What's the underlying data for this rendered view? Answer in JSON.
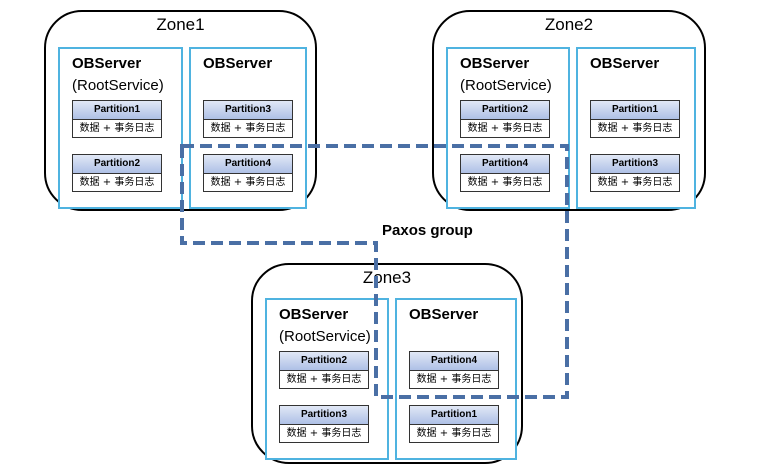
{
  "zones": [
    {
      "name": "Zone1",
      "servers": [
        {
          "title": "OBServer",
          "subtitle": "(RootService)",
          "partitions": [
            {
              "name": "Partition1",
              "content": "数据 + 事务日志"
            },
            {
              "name": "Partition2",
              "content": "数据 + 事务日志"
            }
          ]
        },
        {
          "title": "OBServer",
          "subtitle": "",
          "partitions": [
            {
              "name": "Partition3",
              "content": "数据 + 事务日志"
            },
            {
              "name": "Partition4",
              "content": "数据 + 事务日志"
            }
          ]
        }
      ]
    },
    {
      "name": "Zone2",
      "servers": [
        {
          "title": "OBServer",
          "subtitle": "(RootService)",
          "partitions": [
            {
              "name": "Partition2",
              "content": "数据 + 事务日志"
            },
            {
              "name": "Partition4",
              "content": "数据 + 事务日志"
            }
          ]
        },
        {
          "title": "OBServer",
          "subtitle": "",
          "partitions": [
            {
              "name": "Partition1",
              "content": "数据 + 事务日志"
            },
            {
              "name": "Partition3",
              "content": "数据 + 事务日志"
            }
          ]
        }
      ]
    },
    {
      "name": "Zone3",
      "servers": [
        {
          "title": "OBServer",
          "subtitle": "(RootService)",
          "partitions": [
            {
              "name": "Partition2",
              "content": "数据 + 事务日志"
            },
            {
              "name": "Partition3",
              "content": "数据 + 事务日志"
            }
          ]
        },
        {
          "title": "OBServer",
          "subtitle": "",
          "partitions": [
            {
              "name": "Partition4",
              "content": "数据 + 事务日志"
            },
            {
              "name": "Partition1",
              "content": "数据 + 事务日志"
            }
          ]
        }
      ]
    }
  ],
  "paxos": {
    "label": "Paxos group",
    "line_color": "#4a6fa5"
  },
  "colors": {
    "server_border": "#4fb3e0",
    "partition_header": "#b8c8ea"
  }
}
